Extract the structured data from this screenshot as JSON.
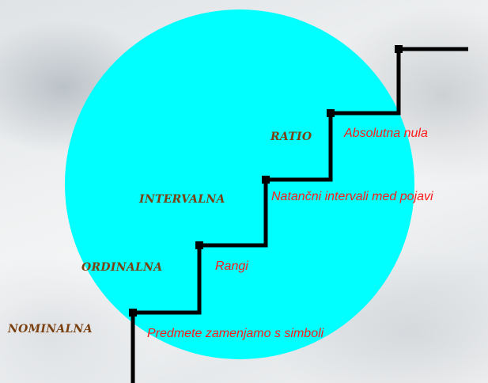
{
  "background": {
    "photo": "blurred-office-photo",
    "circle_color": "#00FFFF"
  },
  "colors": {
    "level_label": "#7A4010",
    "description": "#FF1A1A",
    "stairs": "#000000"
  },
  "steps": [
    {
      "level": "NOMINALNA",
      "description": "Predmete zamenjamo s simboli"
    },
    {
      "level": "ORDINALNA",
      "description": "Rangi"
    },
    {
      "level": "INTERVALNA",
      "description": "Natančni intervali med pojavi"
    },
    {
      "level": "RATIO",
      "description": "Absolutna nula"
    }
  ]
}
